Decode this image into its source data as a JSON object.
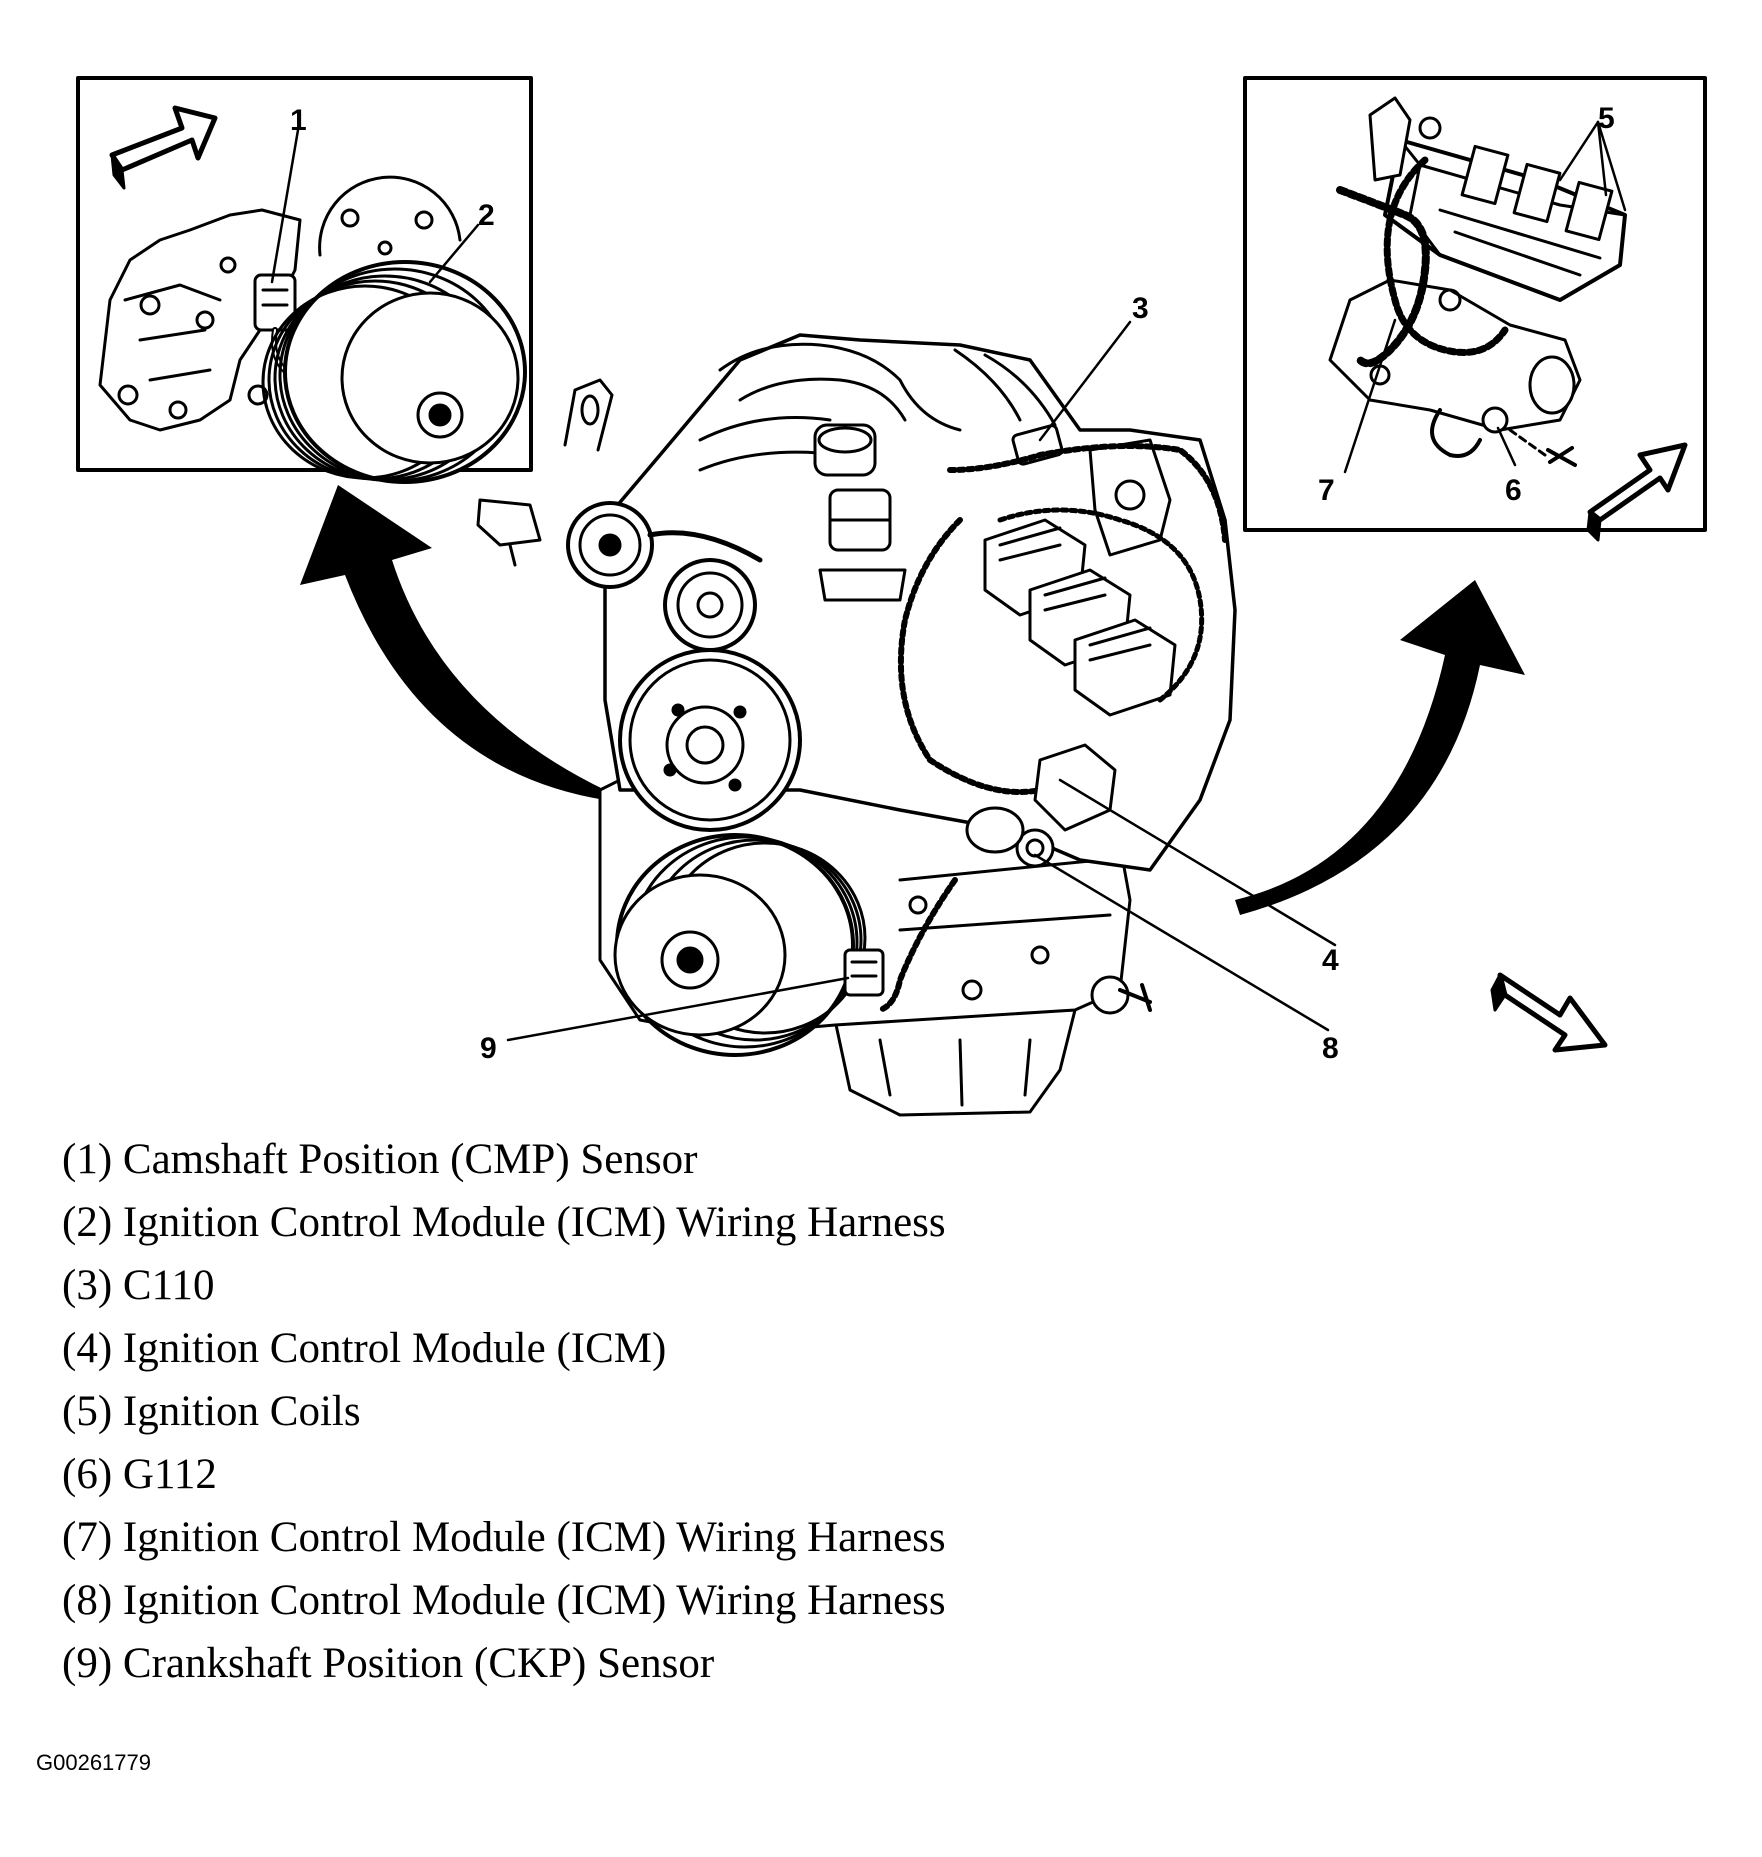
{
  "callouts": {
    "c1": "1",
    "c2": "2",
    "c3": "3",
    "c4": "4",
    "c5": "5",
    "c6": "6",
    "c7": "7",
    "c8": "8",
    "c9": "9"
  },
  "legend": [
    "(1) Camshaft Position (CMP) Sensor",
    "(2) Ignition Control Module (ICM) Wiring Harness",
    "(3) C110",
    "(4) Ignition Control Module (ICM)",
    "(5) Ignition Coils",
    "(6) G112",
    "(7) Ignition Control Module (ICM) Wiring Harness",
    "(8) Ignition Control Module (ICM) Wiring Harness",
    "(9) Crankshaft Position (CKP) Sensor"
  ],
  "figure_id": "G00261779",
  "icons": {
    "views": [
      "direction-arrow-icon",
      "curved-pointer-arrow-icon"
    ],
    "components": [
      "engine-illustration",
      "pulley",
      "sensor",
      "ignition-coil"
    ]
  }
}
